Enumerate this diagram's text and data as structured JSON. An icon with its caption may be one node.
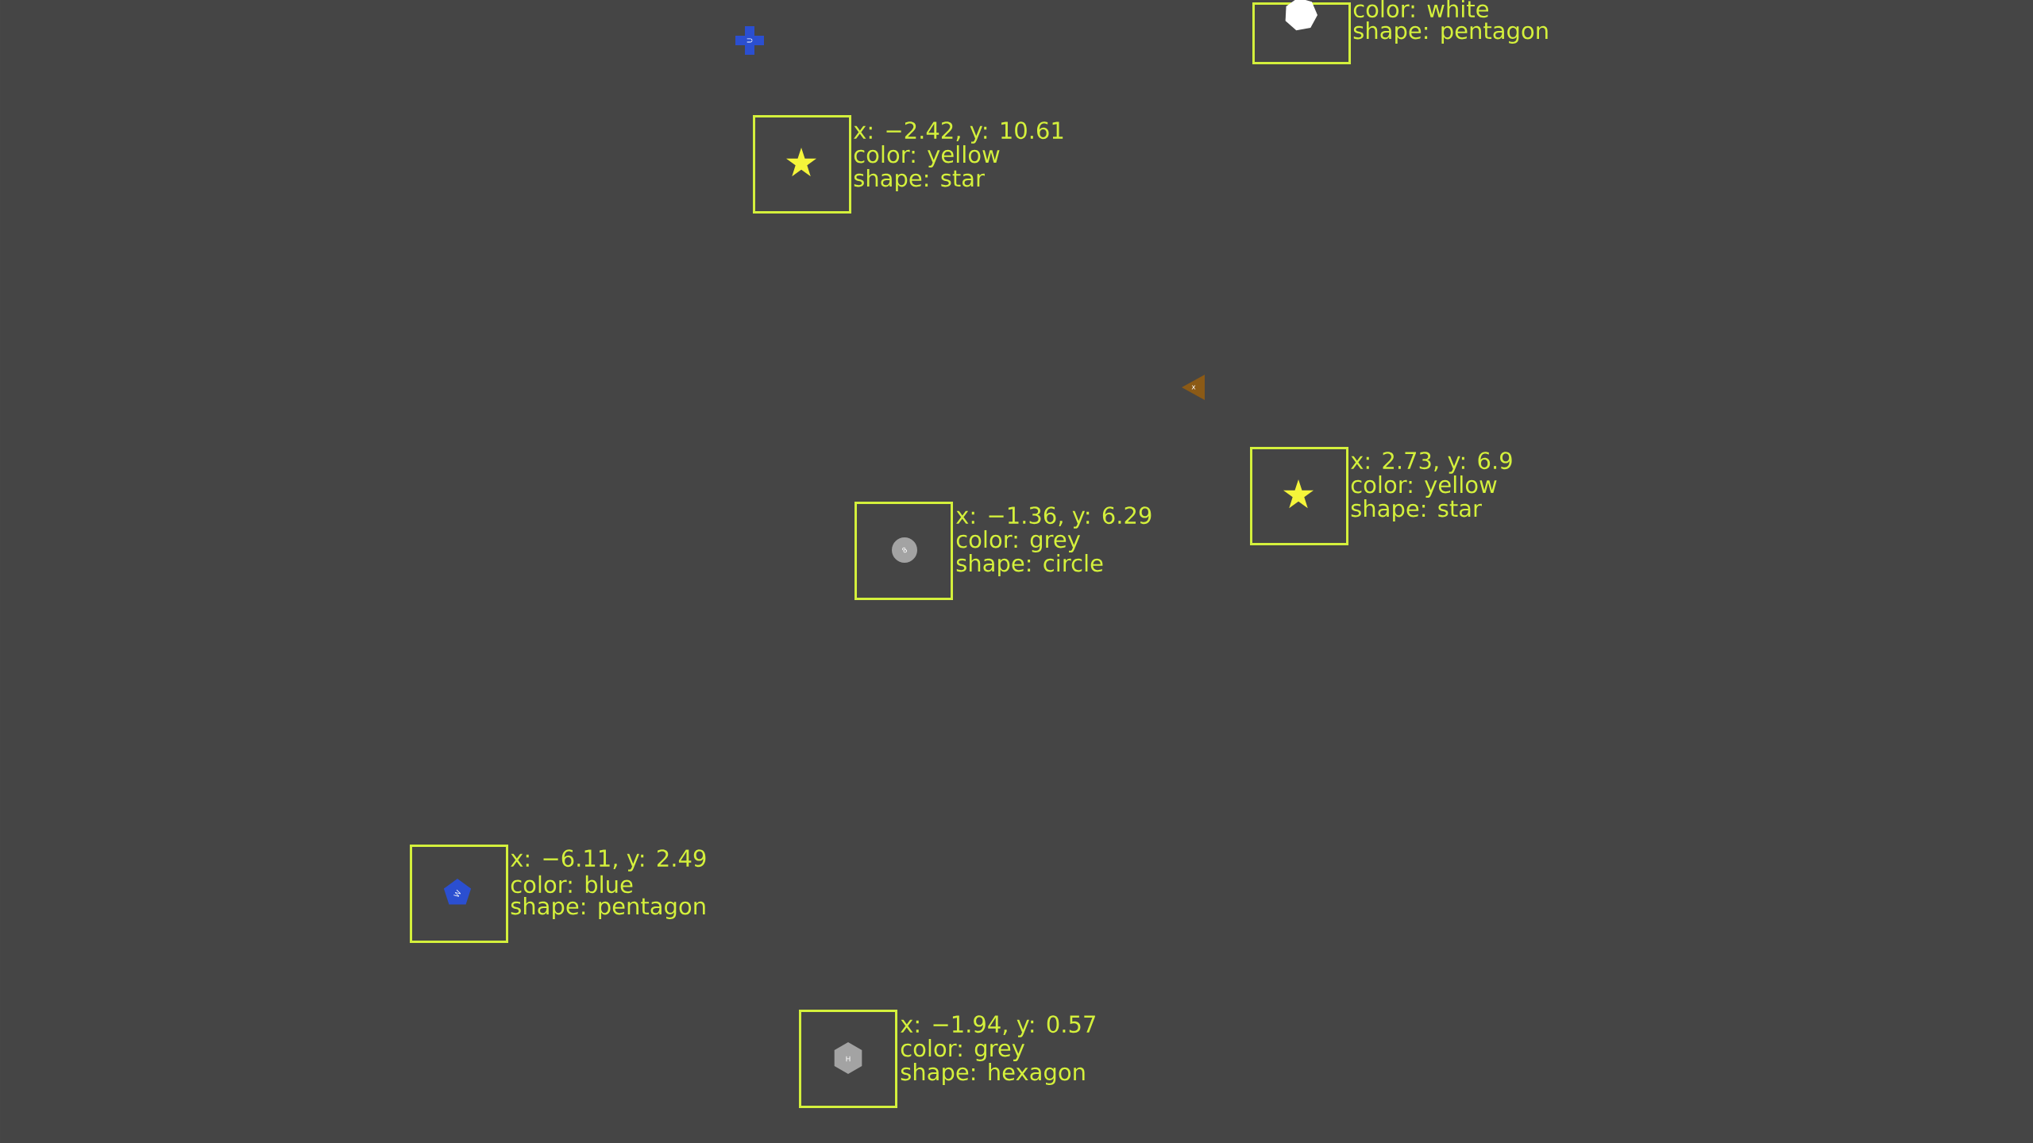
{
  "diagram": {
    "nodes": [
      {
        "text": [
          "x: −2.42, y: 10.61",
          "color: yellow",
          "shape: star"
        ]
      },
      {
        "text": [
          "color: white",
          "shape: pentagon"
        ]
      },
      {
        "text": [
          "x: 2.73, y: 6.9",
          "color: yellow",
          "shape: star"
        ]
      },
      {
        "text": [
          "x: −1.36, y: 6.29",
          "color: grey",
          "shape: circle"
        ]
      },
      {
        "text": [
          "x: −6.11, y: 2.49",
          "color: blue",
          "shape: pentagon"
        ]
      },
      {
        "text": [
          "x: −1.94, y: 0.57",
          "color: grey",
          "shape: hexagon"
        ]
      }
    ],
    "labels": [
      "U",
      "x",
      "8",
      "W",
      "H"
    ]
  }
}
